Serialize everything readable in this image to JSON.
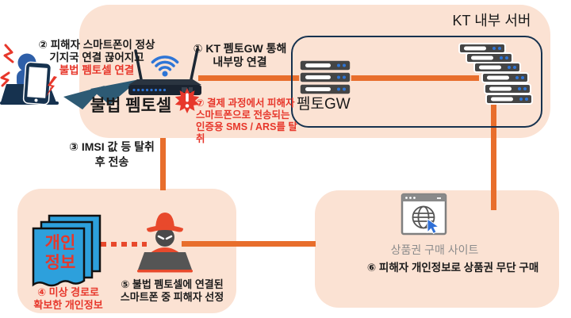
{
  "colors": {
    "panel_bg": "#fbe2d3",
    "connector_orange": "#e86e2c",
    "alert_red": "#e7372b",
    "navy": "#16324f",
    "person_blue": "#2e5fa8",
    "wifi_blue": "#2e75d6",
    "doc_blue": "#2da0dc",
    "hacker_red": "#e8492c",
    "gray_text": "#8c8c8c"
  },
  "kt_box": {
    "title": "KT 내부 서버",
    "femto_gw_label": "펨토GW"
  },
  "steps": {
    "step1": "① KT 펨토GW 통해\n내부망 연결",
    "step2": "② 피해자 스마트폰이 정상\n기지국 연결 끊어지고",
    "step2_red": "불법 펨토셀 연결",
    "step3": "③ IMSI 값 등 탈취\n후 전송",
    "step4": "④ 미상 경로로\n확보한 개인정보",
    "step5": "⑤ 불법 펨토셀에 연결된\n스마트폰 중 피해자 선정",
    "step6": "⑥ 피해자 개인정보로 상품권 무단 구매",
    "step7": "⑦ 결제 과정에서 피해자\n스마트폰으로 전송되는\n인증용 SMS / ARS를 탈취"
  },
  "labels": {
    "rogue_femtocell": "불법 펨토셀",
    "personal_info": "개인\n정보",
    "giftcard_site": "상품권 구매 사이트",
    "warning_mark": "!"
  }
}
